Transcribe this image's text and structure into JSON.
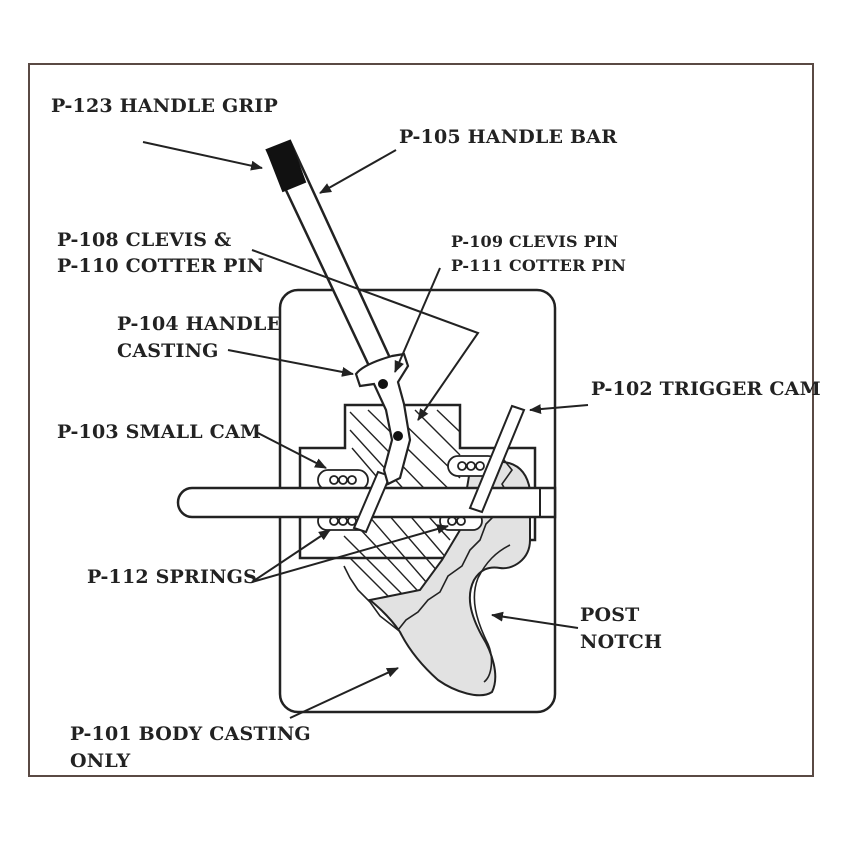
{
  "labels": {
    "handle_grip": "P-123 HANDLE GRIP",
    "handle_bar": "P-105 HANDLE BAR",
    "clevis_line1": "P-108 CLEVIS &",
    "clevis_line2": "P-110 COTTER PIN",
    "clevis_pin_line1": "P-109 CLEVIS PIN",
    "clevis_pin_line2": "P-111 COTTER PIN",
    "handle_casting_line1": "P-104 HANDLE",
    "handle_casting_line2": "CASTING",
    "trigger_cam": "P-102 TRIGGER CAM",
    "small_cam": "P-103 SMALL CAM",
    "springs": "P-112 SPRINGS",
    "post_notch_line1": "POST",
    "post_notch_line2": "NOTCH",
    "body_casting_line1": "P-101 BODY CASTING",
    "body_casting_line2": "ONLY"
  },
  "colors": {
    "line": "#222222",
    "frame": "#5a4a44",
    "cam_fill": "#e2e2e2",
    "grip": "#111111"
  }
}
